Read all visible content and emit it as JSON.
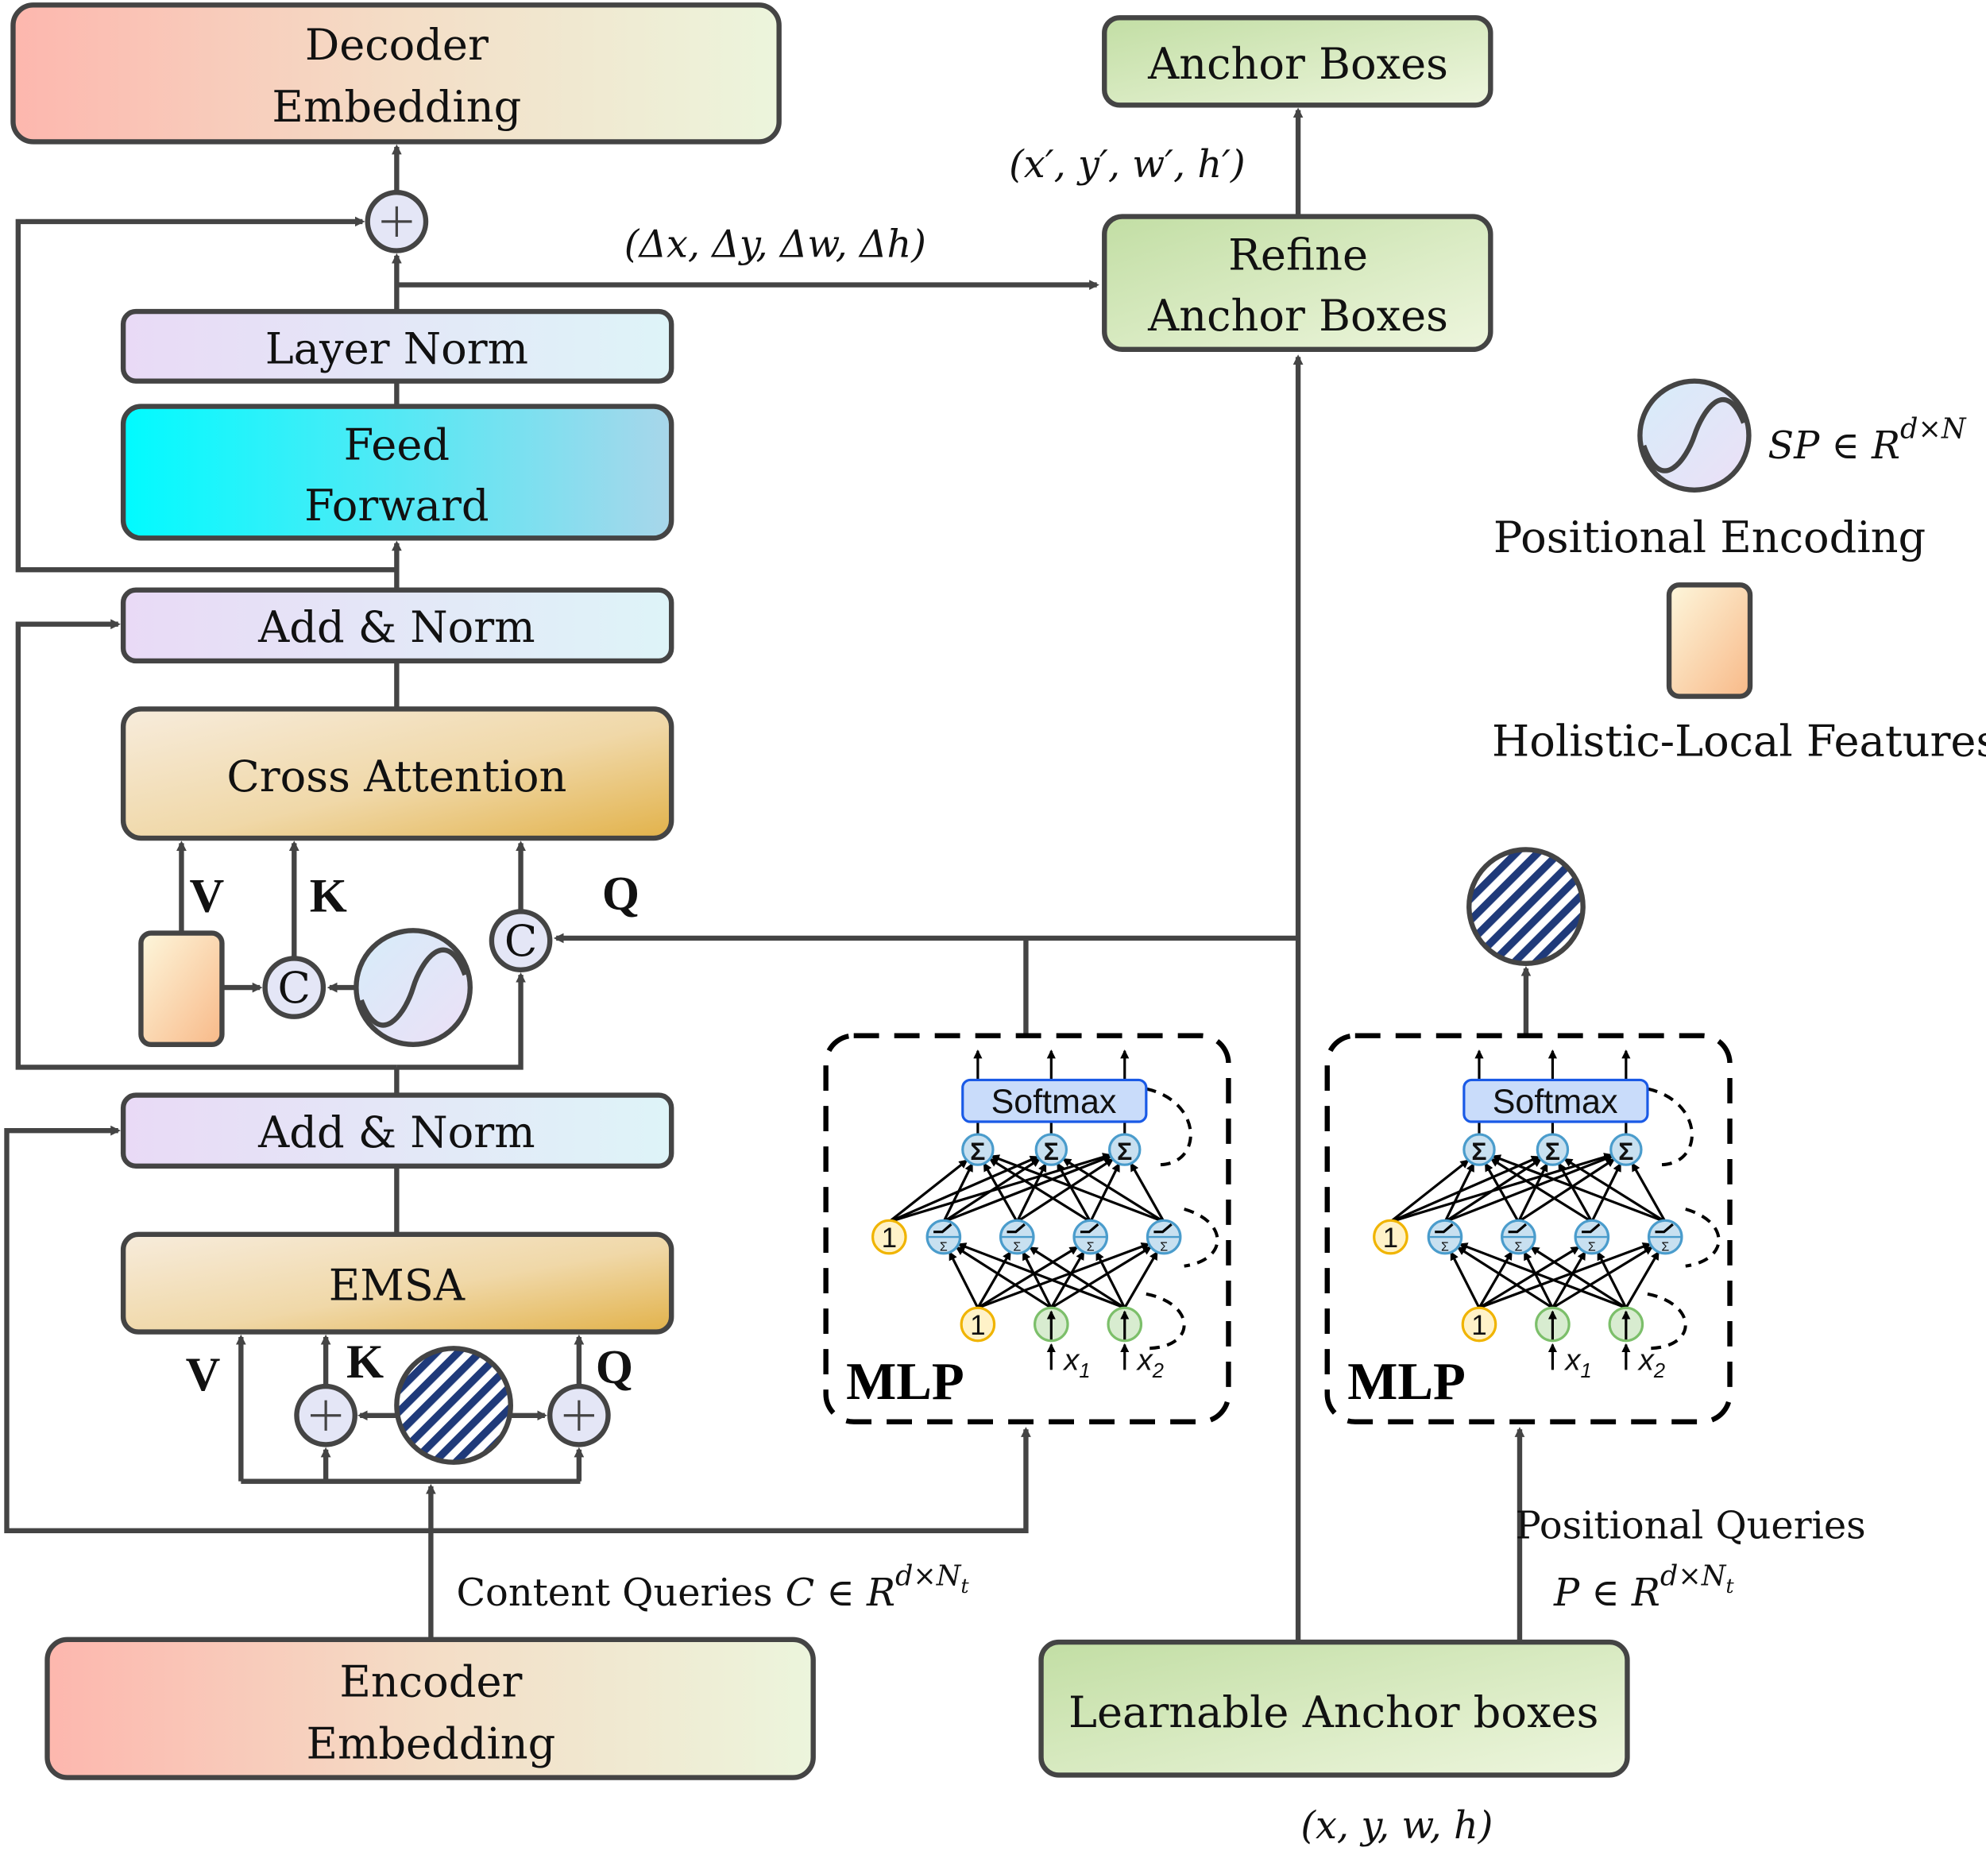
{
  "decoder": {
    "line1": "Decoder",
    "line2": "Embedding"
  },
  "encoder": {
    "line1": "Encoder",
    "line2": "Embedding"
  },
  "layer_norm": "Layer Norm",
  "feed_forward": {
    "line1": "Feed",
    "line2": "Forward"
  },
  "add_norm_1": "Add & Norm",
  "add_norm_2": "Add & Norm",
  "cross_attention": "Cross Attention",
  "emsa": "EMSA",
  "qkv": {
    "v": "V",
    "k": "K",
    "q": "Q"
  },
  "concat_symbol": "C",
  "delta_label": "(Δx, Δy, Δw, Δh)",
  "refined_label": "(x′, y′, w′, h′)",
  "anchor_boxes": "Anchor Boxes",
  "refine": {
    "line1": "Refine",
    "line2": "Anchor Boxes"
  },
  "learnable": "Learnable Anchor boxes",
  "learnable_coords": "(x, y, w, h)",
  "content_queries": {
    "label": "Content Queries",
    "base": "C ∈ R",
    "sup": "d×N",
    "sub": "t"
  },
  "positional_queries": {
    "label": "Positional Queries",
    "base": "P ∈ R",
    "sup": "d×N",
    "sub": "t"
  },
  "legend": {
    "sp_base": "SP ∈ R",
    "sp_sup": "d×N",
    "positional_encoding": "Positional Encoding",
    "holistic_local": "Holistic-Local Features"
  },
  "mlp": {
    "title": "MLP",
    "softmax": "Softmax",
    "bias": "1",
    "sum": "Σ",
    "x1": "x",
    "x1_sub": "1",
    "x2": "x",
    "x2_sub": "2"
  },
  "colors": {
    "line": "#444444",
    "hatch": "#1f3a7a",
    "softmax": "#c9dcfa",
    "softmax_border": "#1a5ae6",
    "bias": "#fff2c8",
    "bias_border": "#f0b400",
    "input": "#d8ecd0",
    "input_border": "#7cbf6a",
    "hidden": "#c8e0f0",
    "hidden_border": "#4a9ccc"
  }
}
